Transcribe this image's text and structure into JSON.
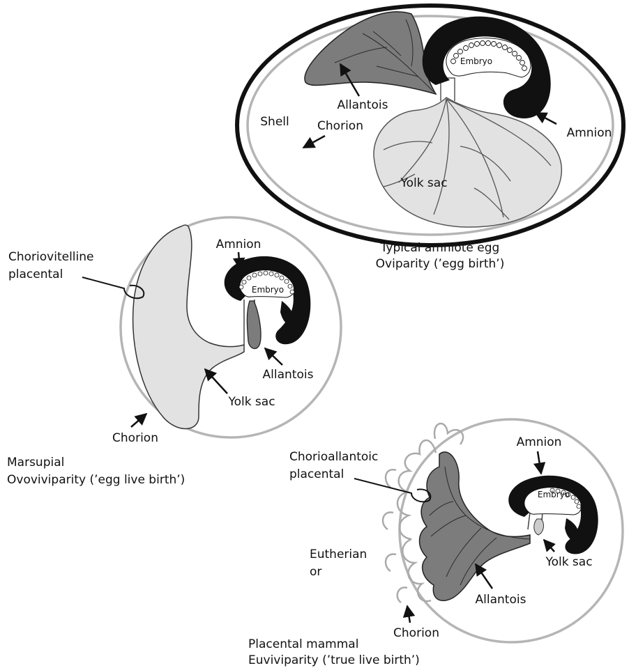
{
  "panels": {
    "egg": {
      "labels": {
        "embryo": "Embryo",
        "allantois": "Allantois",
        "amnion": "Amnion",
        "shell": "Shell",
        "chorion": "Chorion",
        "yolk_sac": "Yolk sac"
      },
      "caption": [
        "Typical amniote egg",
        "Oviparity (’egg birth’)"
      ]
    },
    "marsupial": {
      "labels": {
        "placental": [
          "Choriovitelline",
          "placental"
        ],
        "amnion": "Amnion",
        "embryo": "Embryo",
        "allantois": "Allantois",
        "yolk_sac": "Yolk sac",
        "chorion": "Chorion"
      },
      "caption": [
        "Marsupial",
        "Ovoviviparity (’egg live birth’)"
      ]
    },
    "placental": {
      "labels": {
        "placental": [
          "Chorioallantoic",
          "placental"
        ],
        "amnion": "Amnion",
        "embryo": "Embryo",
        "eutherian": [
          "Eutherian",
          "or"
        ],
        "yolk_sac": "Yolk sac",
        "allantois": "Allantois",
        "chorion": "Chorion"
      },
      "caption": [
        "Placental mammal",
        "Euviviparity (’true live birth’)"
      ]
    }
  },
  "colors": {
    "membrane_gray": "#b8b8b8",
    "yolk_fill": "#e0e0e0",
    "allantois_fill": "#7a7a7a",
    "amnion_black": "#111111"
  }
}
